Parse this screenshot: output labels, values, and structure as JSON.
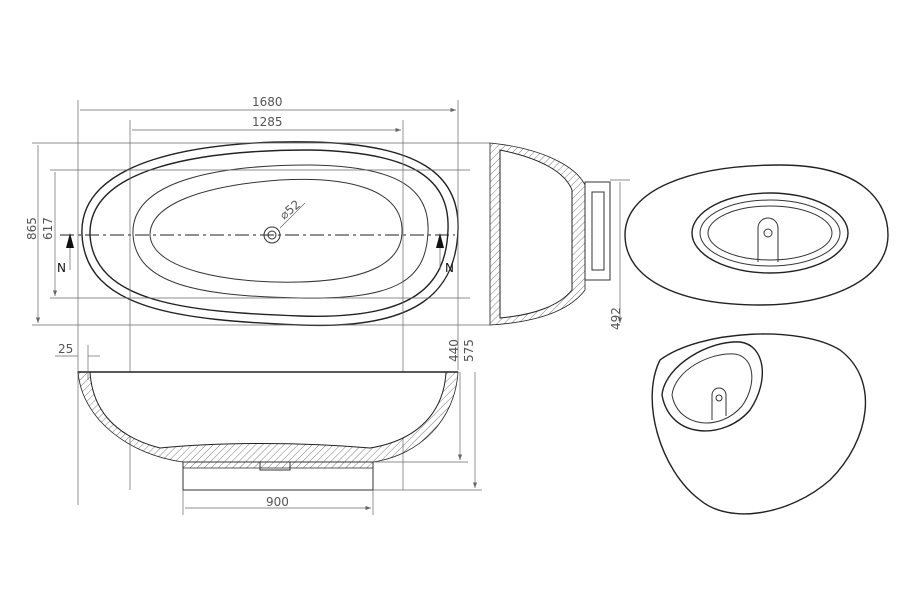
{
  "dimensions": {
    "overall_length": "1680",
    "inner_length": "1285",
    "overall_width": "865",
    "inner_width": "617",
    "drain_diameter": "⌀52",
    "rim_offset": "25",
    "inner_depth": "440",
    "overall_height": "575",
    "end_height": "492",
    "base_length": "900"
  },
  "section_marks": {
    "left": "N",
    "right": "N"
  }
}
